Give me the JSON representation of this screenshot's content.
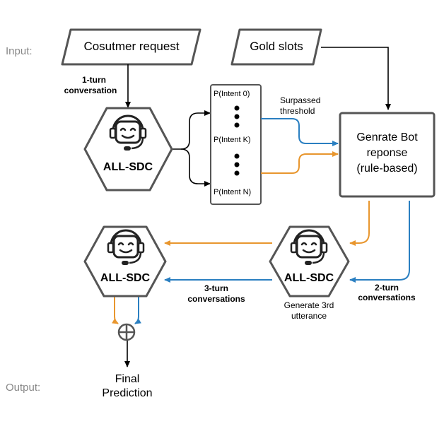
{
  "labels": {
    "input": "Input:",
    "output": "Output:"
  },
  "inputs": {
    "customer_request": "Cosutmer request",
    "gold_slots": "Gold slots"
  },
  "edges": {
    "one_turn_line1": "1-turn",
    "one_turn_line2": "conversation",
    "surpassed_line1": "Surpassed",
    "surpassed_line2": "threshold",
    "three_turn_line1": "3-turn",
    "three_turn_line2": "conversations",
    "two_turn_line1": "2-turn",
    "two_turn_line2": "conversations",
    "generate_line1": "Generate 3rd",
    "generate_line2": "utterance"
  },
  "intents": {
    "top": "P(Intent 0)",
    "middle": "P(Intent K)",
    "bottom": "P(Intent N)"
  },
  "model_label": "ALL-SDC",
  "bot_response": {
    "line1": "Genrate Bot",
    "line2": "reponse",
    "line3": "(rule-based)"
  },
  "final": {
    "line1": "Final",
    "line2": "Prediction"
  },
  "colors": {
    "orange": "#e8962e",
    "blue": "#2a7fc1",
    "border": "#555555"
  }
}
